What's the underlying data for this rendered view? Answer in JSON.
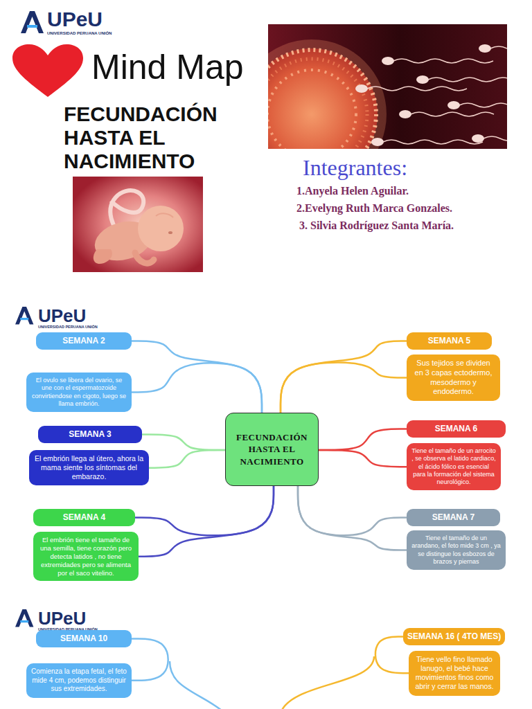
{
  "diagram": {
    "title": "FECUNDACIÓN HASTA EL NACIMIENTO",
    "nodes": [
      {
        "text": [
          "FECUNDACIÓN HASTA EL NACIMIENTO"
        ]
      },
      {
        "text": [
          "SEMANA 2"
        ]
      },
      {
        "text": [
          "El ovulo se libera del ovario, se une con el espermatozoide convirtiendose en cigoto, luego se llama embrión."
        ]
      },
      {
        "text": [
          "SEMANA 3"
        ]
      },
      {
        "text": [
          "El embrión llega al útero, ahora la mama siente los síntomas del embarazo."
        ]
      },
      {
        "text": [
          "SEMANA 4"
        ]
      },
      {
        "text": [
          "El embrión tiene el tamaño de una semilla, tiene corazón pero detecta latidos , no tiene extremidades pero se alimenta por el saco vitelino."
        ]
      },
      {
        "text": [
          "SEMANA 5"
        ]
      },
      {
        "text": [
          "Sus tejidos se dividen en 3 capas ectodermo, mesodermo y endodermo."
        ]
      },
      {
        "text": [
          "SEMANA 6"
        ]
      },
      {
        "text": [
          "Tiene el tamaño de un arrocito , se observa el latido cardiaco, el ácido fólico es esencial para la formación del sistema neurológico."
        ]
      },
      {
        "text": [
          "SEMANA 7"
        ]
      },
      {
        "text": [
          "Tiene el tamaño de un arandano, el feto mide 3 cm , ya se distingue los esbozos de brazos y piernas"
        ]
      },
      {
        "text": [
          "SEMANA 10"
        ]
      },
      {
        "text": [
          "Comienza la etapa fetal, el feto mide 4 cm, podemos distinguir sus extremidades."
        ]
      },
      {
        "text": [
          "SEMANA 16 ( 4TO MES)"
        ]
      },
      {
        "text": [
          "Tiene vello fino llamado lanugo, el bebé hace movimientos finos como abrir y cerrar las manos."
        ]
      }
    ],
    "edges": [
      {
        "from": 0,
        "to": 1,
        "arrow": "none"
      },
      {
        "from": 0,
        "to": 2,
        "arrow": "none"
      },
      {
        "from": 0,
        "to": 3,
        "arrow": "none"
      },
      {
        "from": 0,
        "to": 4,
        "arrow": "none"
      },
      {
        "from": 0,
        "to": 5,
        "arrow": "none"
      },
      {
        "from": 0,
        "to": 6,
        "arrow": "none"
      },
      {
        "from": 0,
        "to": 7,
        "arrow": "none"
      },
      {
        "from": 0,
        "to": 8,
        "arrow": "none"
      },
      {
        "from": 0,
        "to": 9,
        "arrow": "none"
      },
      {
        "from": 0,
        "to": 10,
        "arrow": "none"
      },
      {
        "from": 0,
        "to": 11,
        "arrow": "none"
      },
      {
        "from": 0,
        "to": 12,
        "arrow": "none"
      },
      {
        "from": 13,
        "to": 14,
        "arrow": "none"
      },
      {
        "from": 15,
        "to": 16,
        "arrow": "none"
      }
    ],
    "labels": [
      "UPeU",
      "UNIVERSIDAD PERUANA UNIÓN",
      "Mind Map",
      "Integrantes:",
      "1.Anyela Helen Aguilar.",
      "2.Evelyng Ruth Marca Gonzales.",
      "3. Silvia Rodríguez Santa María.",
      "UPeU",
      "UNIVERSIDAD PERUANA UNIÓN",
      "UPeU",
      "UNIVERSIDAD PERUANA UNIÓN"
    ]
  }
}
